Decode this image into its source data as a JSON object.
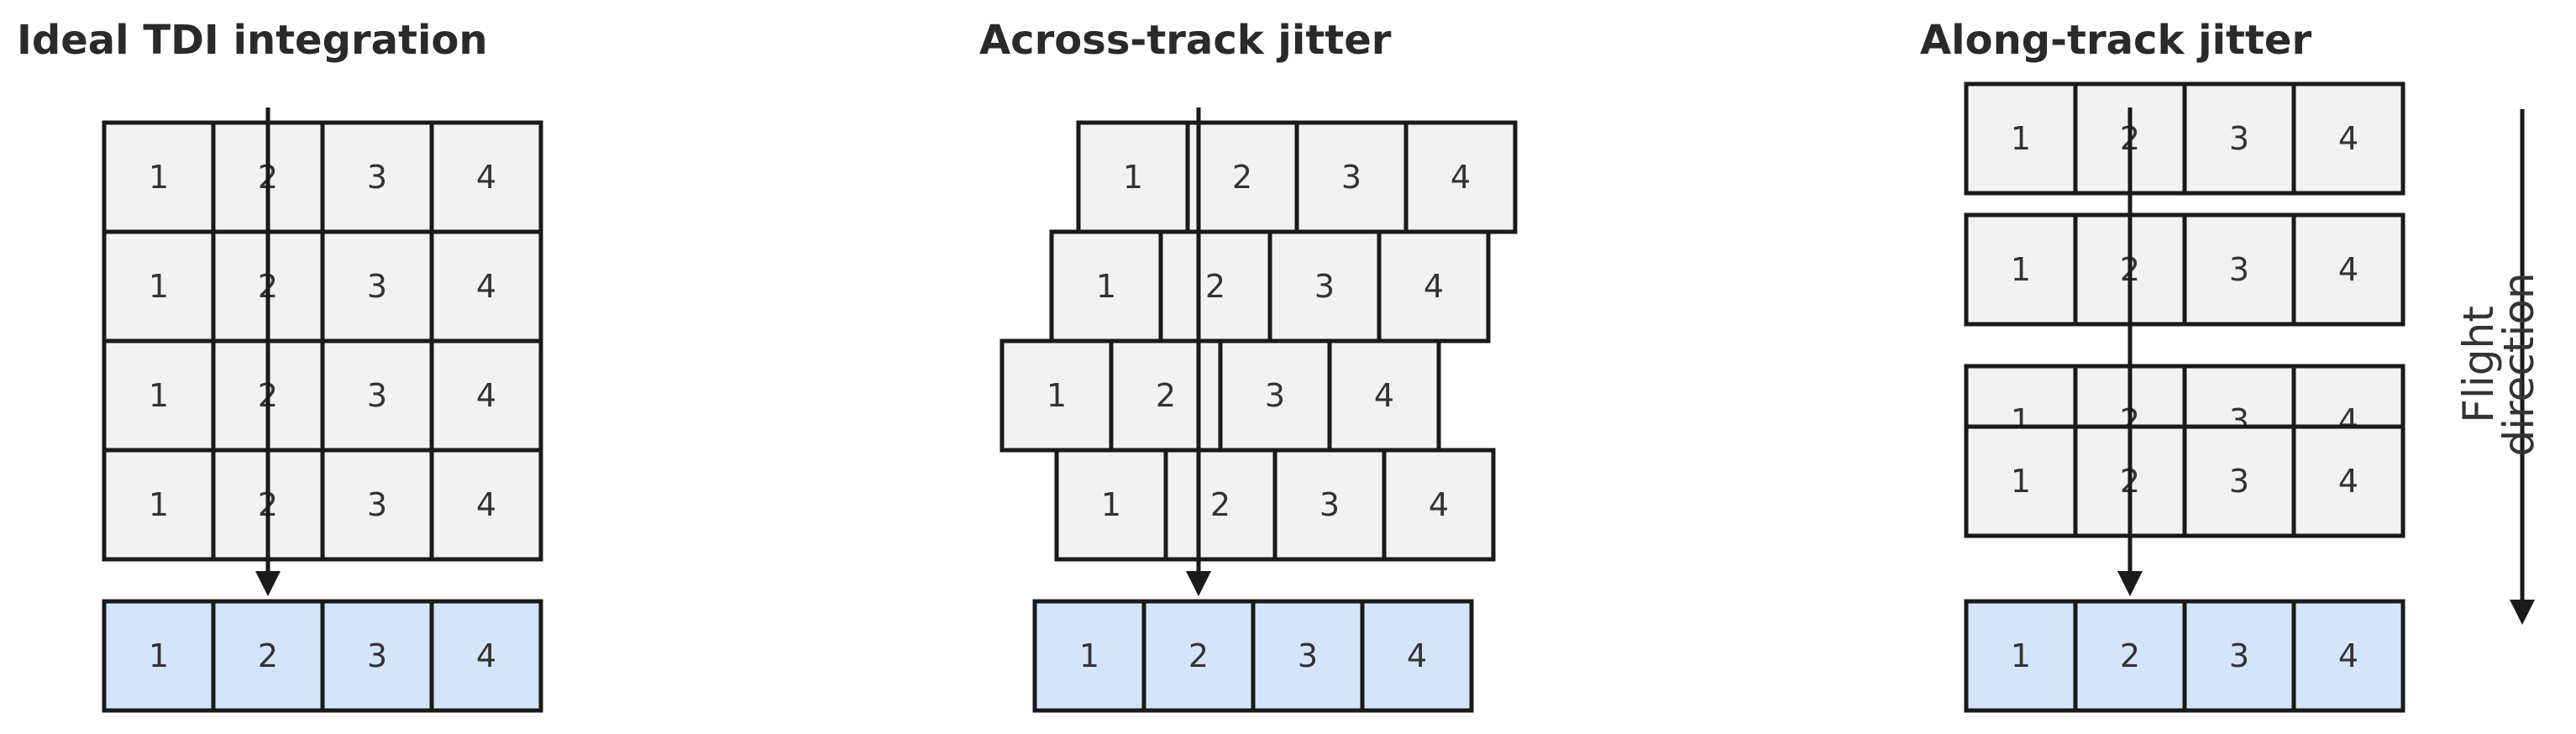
{
  "colors": {
    "grid_fill": "#f2f2f2",
    "result_fill": "#d4e5fb",
    "stroke": "#1a1a1a",
    "text": "#2a2a2a"
  },
  "panels": [
    {
      "title": "Ideal TDI integration",
      "cell_labels": [
        "1",
        "2",
        "3",
        "4"
      ],
      "result_labels": [
        "1",
        "2",
        "3",
        "4"
      ]
    },
    {
      "title": "Across-track jitter",
      "cell_labels": [
        "1",
        "2",
        "3",
        "4"
      ],
      "result_labels": [
        "1",
        "2",
        "3",
        "4"
      ]
    },
    {
      "title": "Along-track jitter",
      "cell_labels": [
        "1",
        "2",
        "3",
        "4"
      ],
      "result_labels": [
        "1",
        "2",
        "3",
        "4"
      ]
    }
  ],
  "flight_direction": {
    "line1": "Flight",
    "line2": "direction"
  }
}
